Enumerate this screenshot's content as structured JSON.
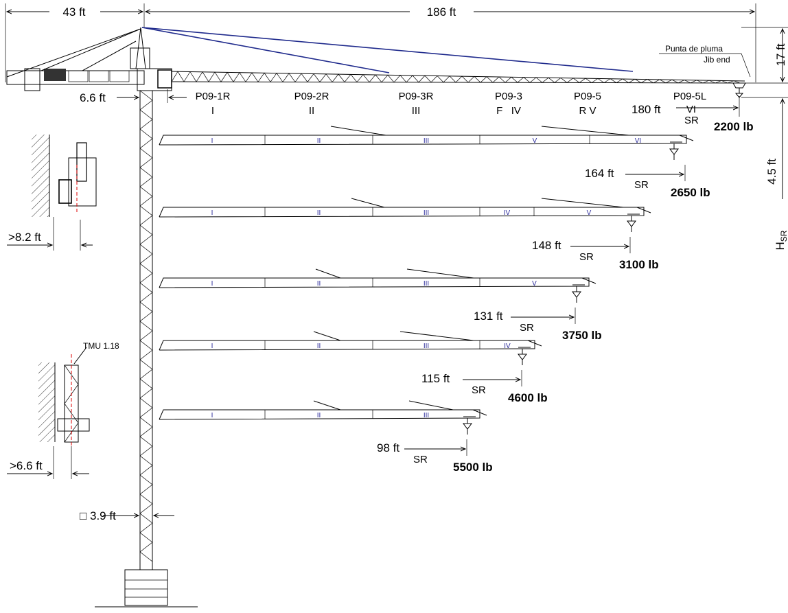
{
  "dimensions": {
    "counter_jib": "43 ft",
    "jib_total": "186 ft",
    "tower_offset": "6.6 ft",
    "top_height": "17 ft",
    "hook_gap": "4.5 ft",
    "hsr_main": "H",
    "hsr_sub": "SR",
    "mast_section": "□ 3.9 ft",
    "wall_gap_top": ">8.2 ft",
    "wall_gap_bottom": ">6.6 ft"
  },
  "labels": {
    "jib_end_es": "Punta de pluma",
    "jib_end_en": "Jib end",
    "tmu": "TMU 1.18"
  },
  "sections": [
    {
      "code": "P09-1R",
      "roman": "I"
    },
    {
      "code": "P09-2R",
      "roman": "II"
    },
    {
      "code": "P09-3R",
      "roman": "III"
    },
    {
      "code": "P09-3",
      "roman": "F   IV"
    },
    {
      "code": "P09-5",
      "roman": "R V"
    },
    {
      "code": "P09-5L",
      "roman": "VI"
    }
  ],
  "configurations": [
    {
      "radius": "180 ft",
      "sr": "SR",
      "load": "2200 lb"
    },
    {
      "radius": "164 ft",
      "sr": "SR",
      "load": "2650 lb",
      "segments": [
        "I",
        "II",
        "III",
        "V",
        "VI"
      ]
    },
    {
      "radius": "148 ft",
      "sr": "SR",
      "load": "3100 lb",
      "segments": [
        "I",
        "II",
        "III",
        "IV",
        "V"
      ]
    },
    {
      "radius": "131 ft",
      "sr": "SR",
      "load": "3750 lb",
      "segments": [
        "I",
        "II",
        "III",
        "V"
      ]
    },
    {
      "radius": "115 ft",
      "sr": "SR",
      "load": "4600 lb",
      "segments": [
        "I",
        "II",
        "III",
        "IV"
      ]
    },
    {
      "radius": "98 ft",
      "sr": "SR",
      "load": "5500 lb",
      "segments": [
        "I",
        "II",
        "III"
      ]
    }
  ]
}
